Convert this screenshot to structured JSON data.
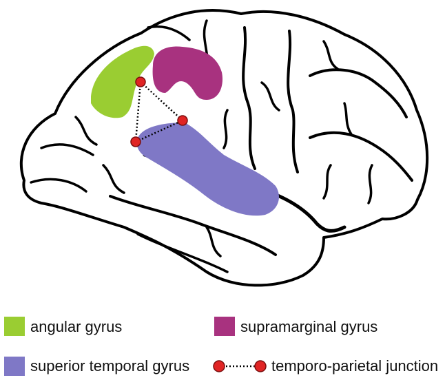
{
  "colors": {
    "angular": "#9acd32",
    "supramarginal": "#a8327f",
    "superior_temporal": "#7f78c6",
    "tpj_point": "#e02424",
    "outline": "#000000",
    "background": "#ffffff"
  },
  "legend": {
    "angular": "angular gyrus",
    "supramarginal": "supramarginal gyrus",
    "superior_temporal": "superior temporal gyrus",
    "tpj": "temporo-parietal junction"
  },
  "icons": {
    "brain": "brain-lateral-outline",
    "tpj_marker": "dotted-line-with-red-dots"
  }
}
